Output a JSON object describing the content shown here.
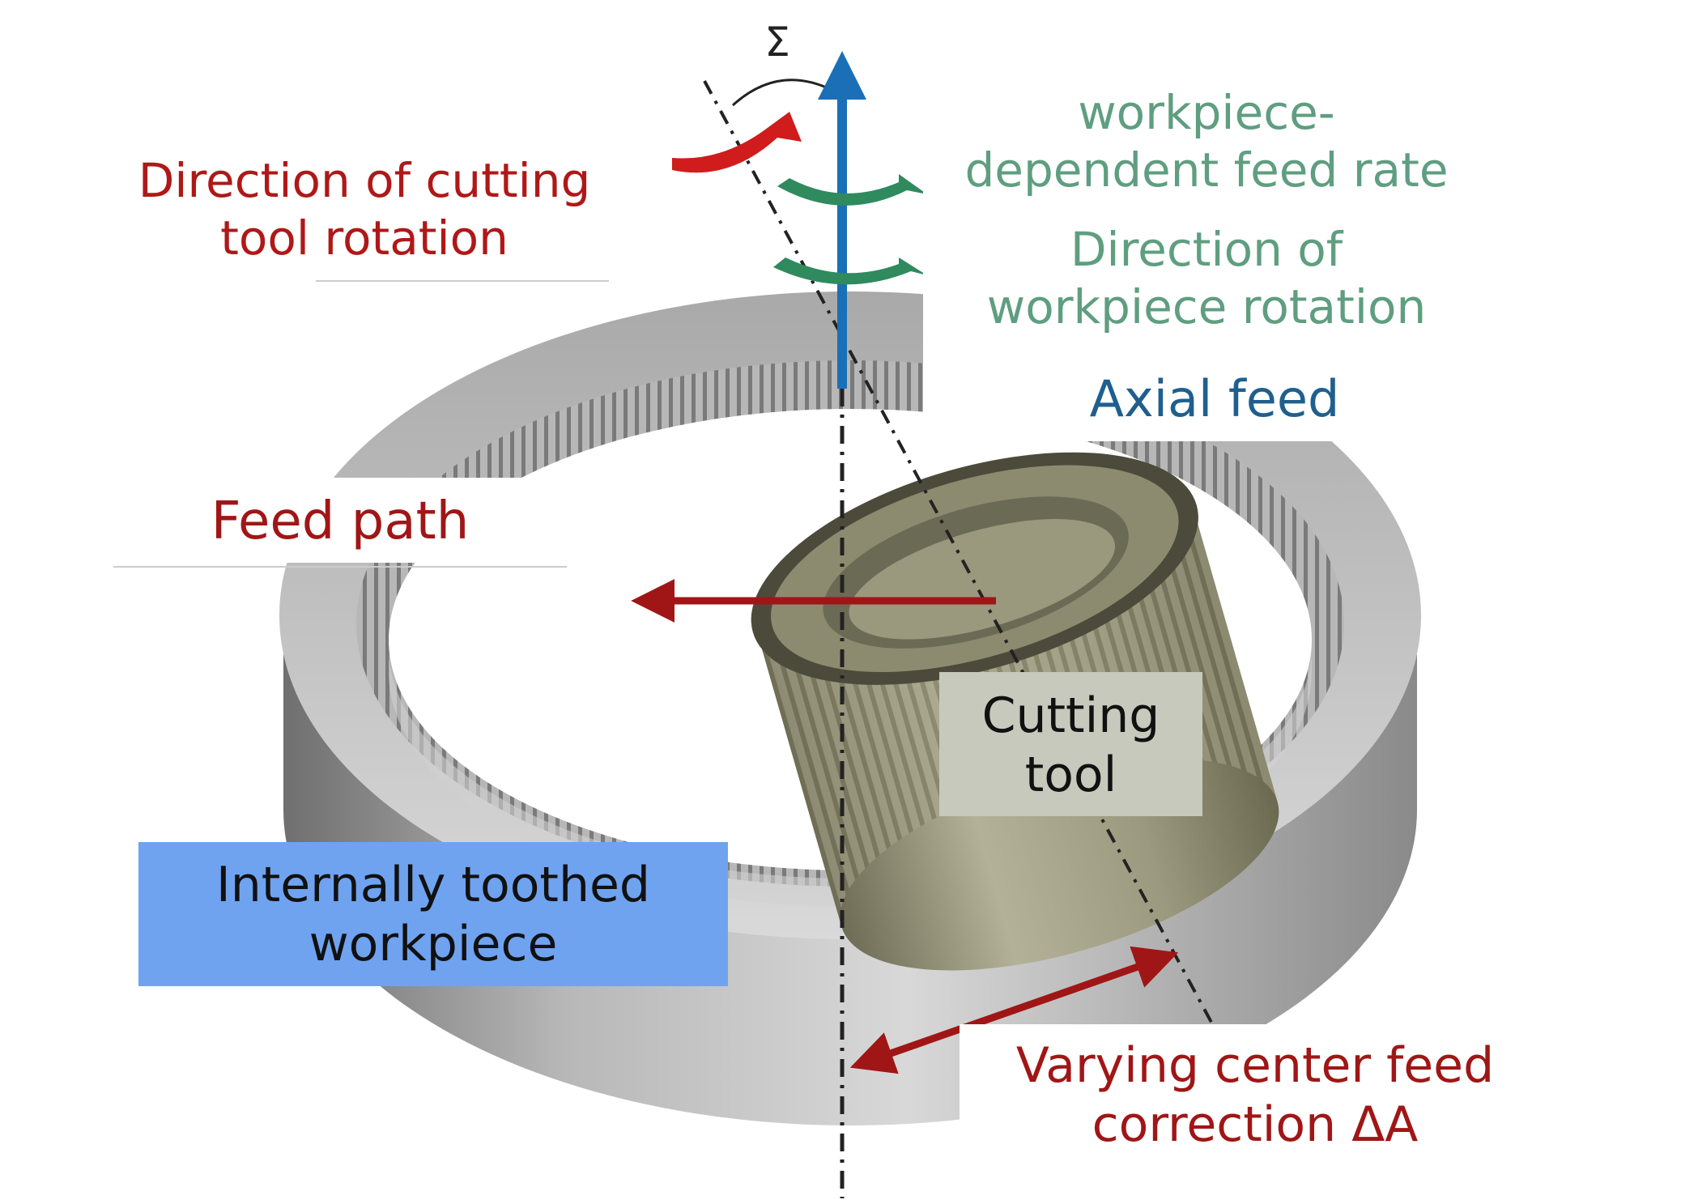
{
  "labels": {
    "sigma": "Σ",
    "tool_rotation_1": "Direction of cutting",
    "tool_rotation_2": "tool rotation",
    "feed_rate_1": "workpiece-",
    "feed_rate_2": "dependent feed rate",
    "workpiece_rotation_1": "Direction of",
    "workpiece_rotation_2": "workpiece rotation",
    "axial_feed": "Axial feed",
    "feed_path": "Feed path",
    "cutting_tool_1": "Cutting",
    "cutting_tool_2": "tool",
    "workpiece_1": "Internally toothed",
    "workpiece_2": "workpiece",
    "center_feed_1": "Varying center feed",
    "center_feed_2": "correction ΔA"
  },
  "colors": {
    "red_label": "#b01818",
    "green_label": "#5f9e80",
    "blue_label": "#1f5f8e",
    "dark_label": "#111111",
    "workpiece_box": "#6fa3f0",
    "tool_box": "#c7c9bd",
    "red_arrow": "#a01616",
    "axis_blue": "#1b6fb6",
    "green_arrow": "#2f8a5e"
  }
}
